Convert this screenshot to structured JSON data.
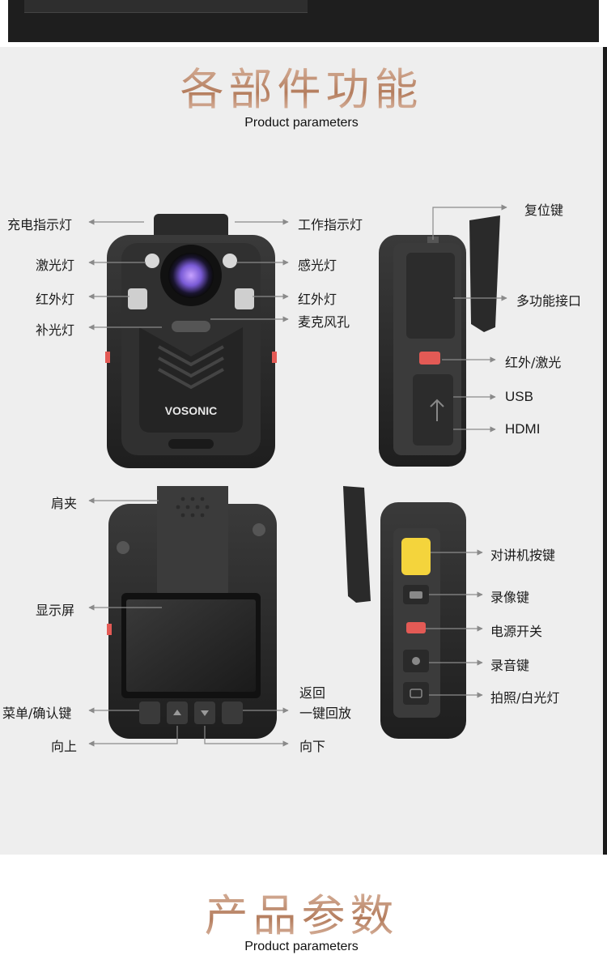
{
  "section_function": {
    "title": "各部件功能",
    "subtitle": "Product parameters"
  },
  "section_params": {
    "title": "产品参数",
    "subtitle": "Product parameters"
  },
  "device": {
    "brand": "VOSONIC"
  },
  "front_view": {
    "left_labels": [
      "充电指示灯",
      "激光灯",
      "红外灯",
      "补光灯"
    ],
    "right_labels": [
      "工作指示灯",
      "感光灯",
      "红外灯",
      "麦克风孔"
    ]
  },
  "side_view_right": {
    "labels": [
      "复位键",
      "多功能接口",
      "红外/激光",
      "USB",
      "HDMI"
    ]
  },
  "back_view": {
    "left_labels": [
      "肩夹",
      "显示屏",
      "菜单/确认键",
      "向上"
    ],
    "right_labels": [
      "返回",
      "一键回放",
      "向下"
    ]
  },
  "side_view_left": {
    "labels": [
      "对讲机按键",
      "录像键",
      "电源开关",
      "录音键",
      "拍照/白光灯"
    ]
  },
  "colors": {
    "heading_gradient": "#c99a7c",
    "panel_bg": "#eeeeee",
    "device_body": "#2b2b2b",
    "accent_red": "#e35a55",
    "talk_button": "#f4d43c",
    "lens_purple": "#7a5bd6"
  }
}
